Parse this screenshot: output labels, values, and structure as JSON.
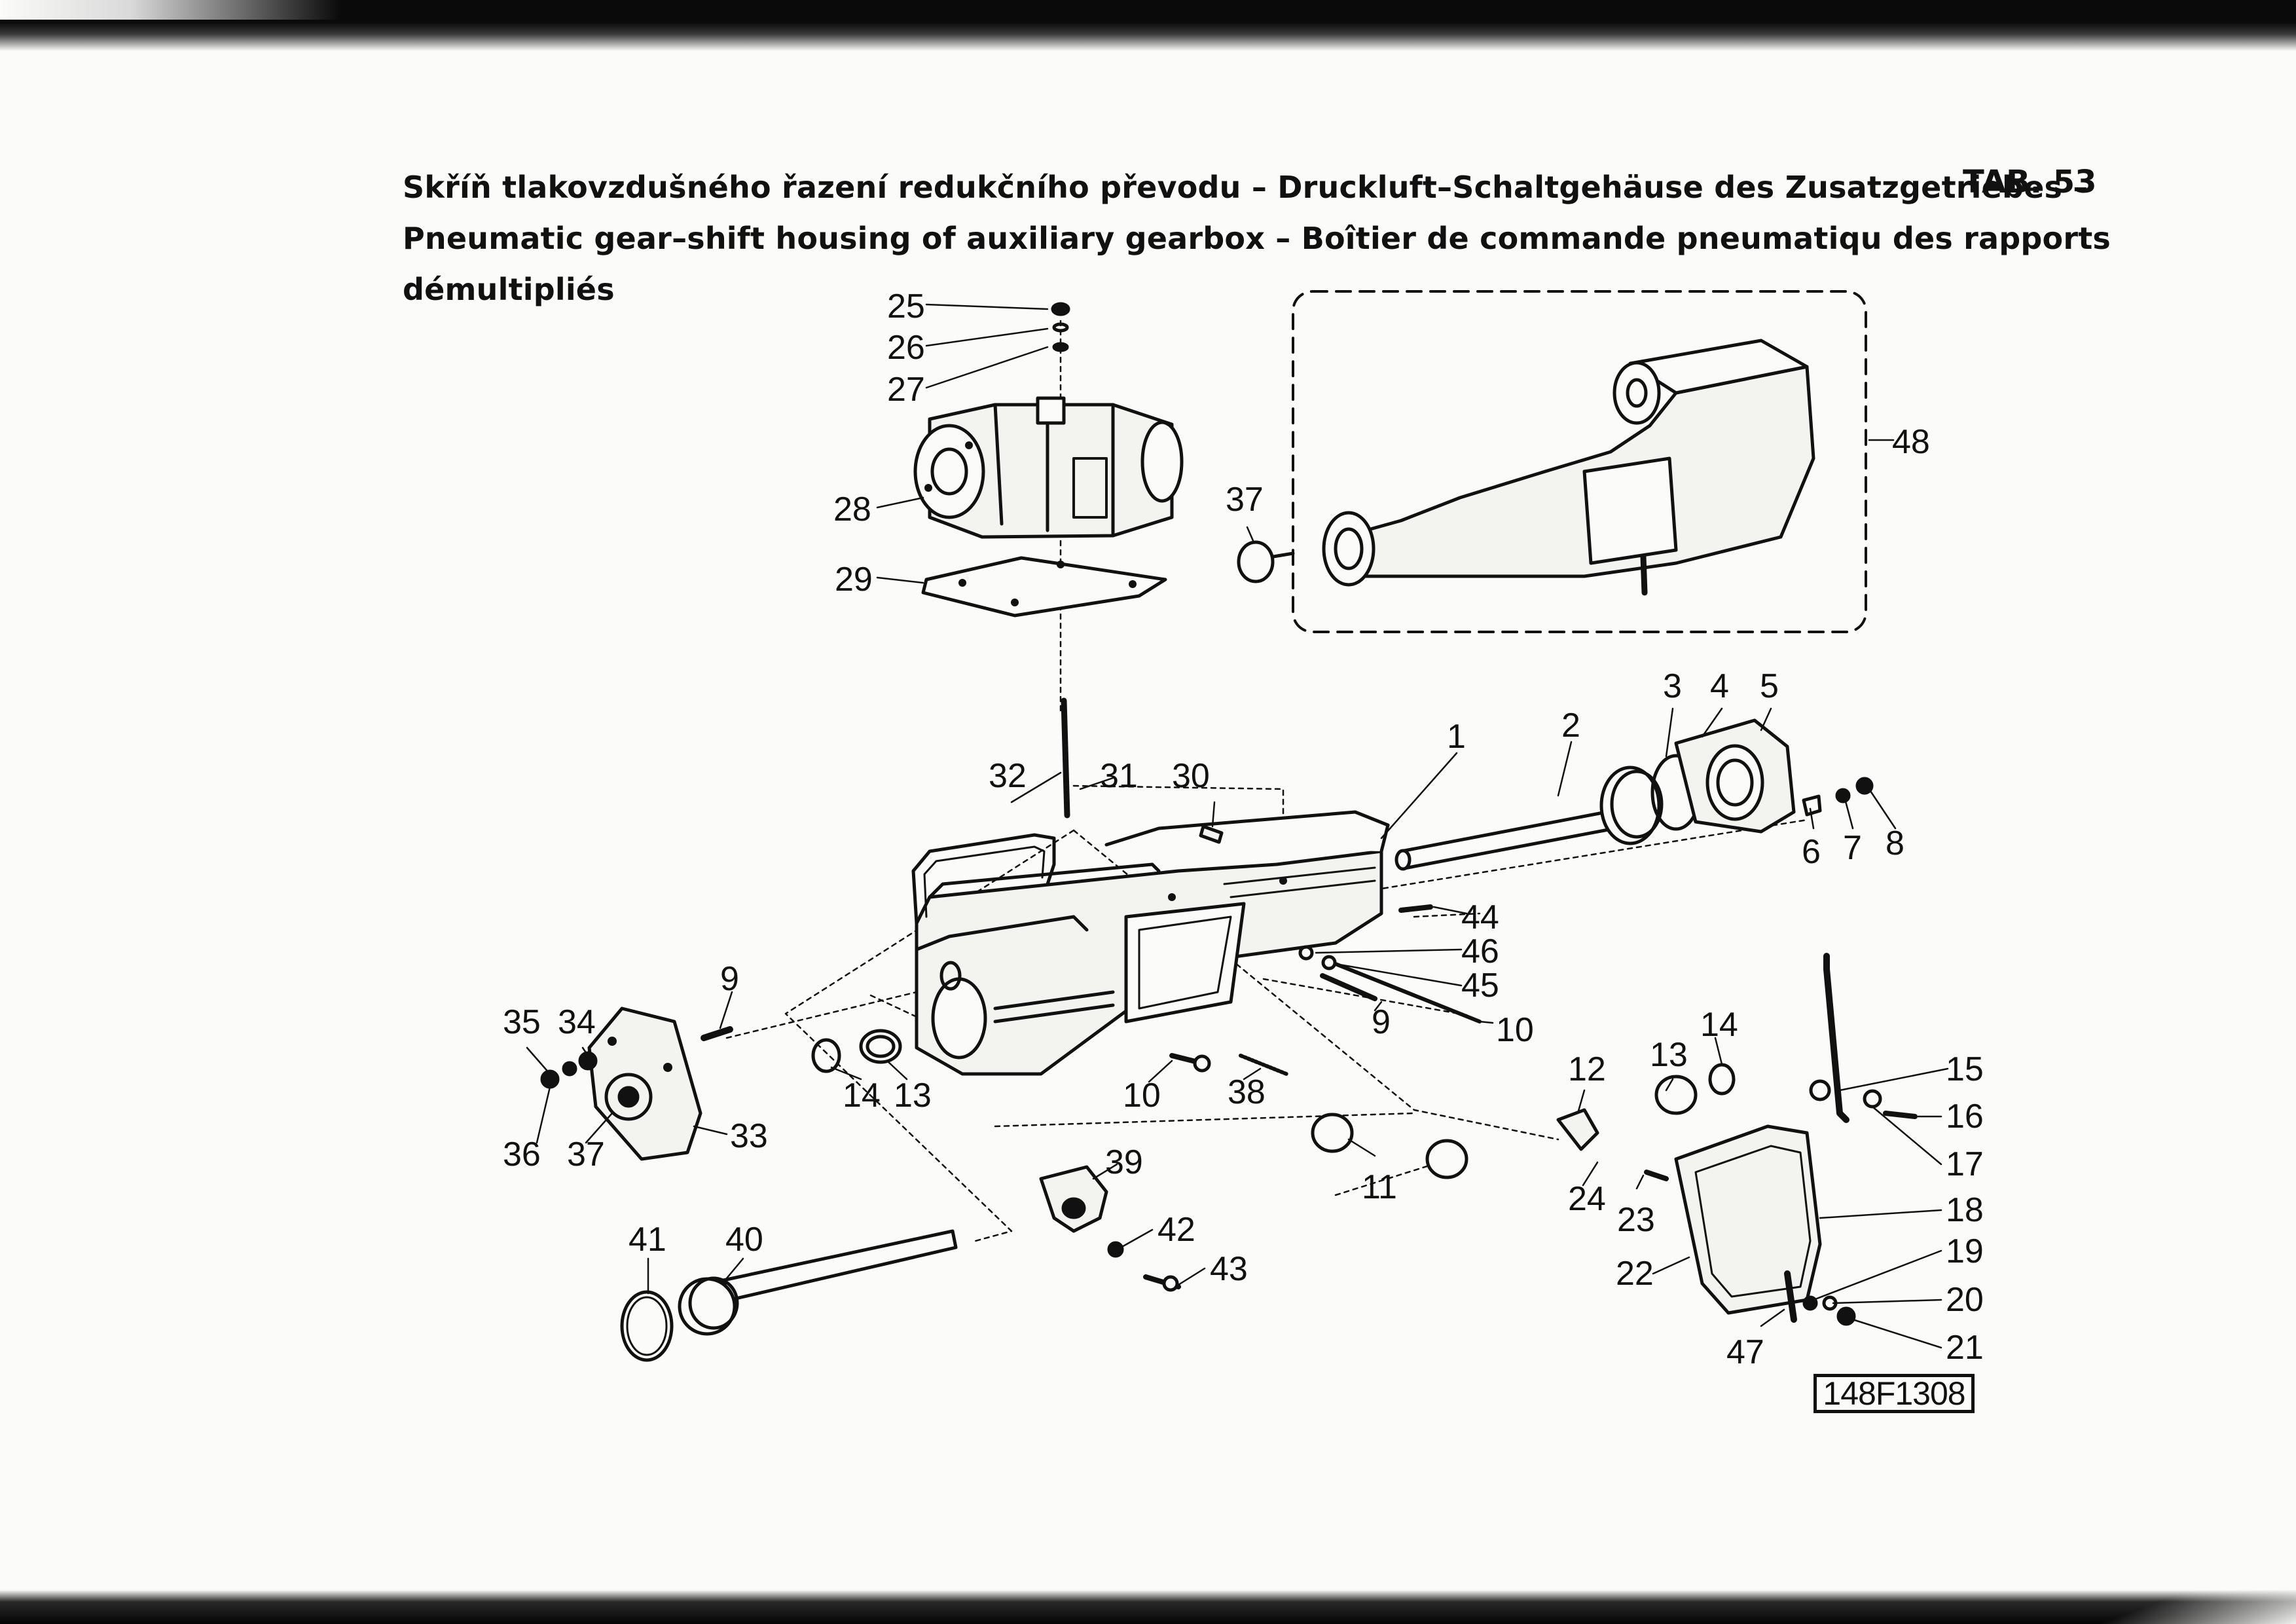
{
  "header": {
    "title_lines": [
      "Skříň tlakovzdušného řazení redukčního převodu – Druckluft–Schaltgehäuse des Zusatzgetriebes –",
      "Pneumatic gear–shift housing of auxiliary gearbox – Boîtier de commande pneumatiqu des rapports",
      "démultipliés"
    ],
    "tab_label": "TAB. 53"
  },
  "drawing_code": "148F1308",
  "part_numbers": {
    "p1": "1",
    "p2": "2",
    "p3": "3",
    "p4": "4",
    "p5": "5",
    "p6": "6",
    "p7": "7",
    "p8": "8",
    "p9a": "9",
    "p9b": "9",
    "p10a": "10",
    "p10b": "10",
    "p11": "11",
    "p12": "12",
    "p13a": "13",
    "p13b": "13",
    "p14a": "14",
    "p14b": "14",
    "p15": "15",
    "p16": "16",
    "p17": "17",
    "p18": "18",
    "p19": "19",
    "p20": "20",
    "p21": "21",
    "p22": "22",
    "p23": "23",
    "p24": "24",
    "p25": "25",
    "p26": "26",
    "p27": "27",
    "p28": "28",
    "p29": "29",
    "p30": "30",
    "p31": "31",
    "p32": "32",
    "p33": "33",
    "p34": "34",
    "p35": "35",
    "p36": "36",
    "p37a": "37",
    "p37b": "37",
    "p38": "38",
    "p39": "39",
    "p40": "40",
    "p41": "41",
    "p42": "42",
    "p43": "43",
    "p44": "44",
    "p45": "45",
    "p46": "46",
    "p47": "47",
    "p48": "48"
  }
}
